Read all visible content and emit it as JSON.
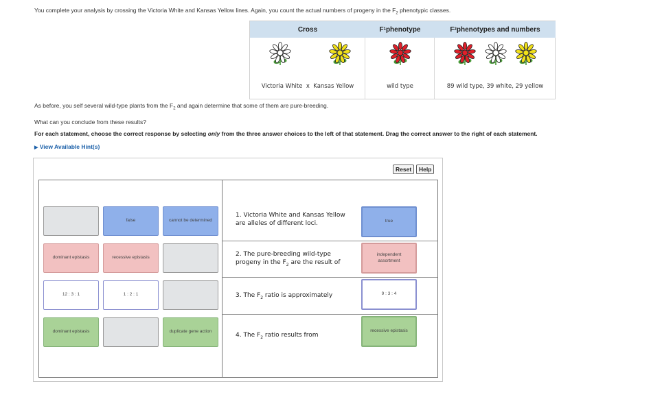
{
  "intro": "You complete your analysis by crossing the Victoria White and Kansas Yellow lines. Again, you count the actual numbers of progeny in the F",
  "intro_sub": "2",
  "intro_end": " phenotypic classes.",
  "table": {
    "col_cross": "Cross",
    "col_f1": "F",
    "col_f1_sub": "1",
    "col_f1_rest": " phenotype",
    "col_f2": "F",
    "col_f2_sub": "2",
    "col_f2_rest": " phenotypes and numbers",
    "cross_caption_a": "Victoria White",
    "cross_x": "x",
    "cross_caption_b": "Kansas Yellow",
    "f1_caption": "wild type",
    "f2_caption": "89 wild type, 39 white, 29 yellow"
  },
  "para1_a": "As before, you self several wild-type plants from the F",
  "para1_sub": "2",
  "para1_b": " and again determine that some of them are pure-breeding.",
  "question": "What can you conclude from these results?",
  "instr_a": "For each statement, choose the correct response by selecting ",
  "instr_only": "only",
  "instr_b": " from the three answer choices to the left of that statement. Drag the correct answer to the right of each statement.",
  "hint_link": "View Available Hint(s)",
  "buttons": {
    "reset": "Reset",
    "help": "Help"
  },
  "rows": [
    {
      "choices": [
        "",
        "false",
        "cannot be determined"
      ],
      "stmt_a": "1. Victoria White and Kansas Yellow",
      "stmt_b": "are alleles of different loci.",
      "answer": "true"
    },
    {
      "choices": [
        "dominant epistasis",
        "recessive epistasis",
        ""
      ],
      "stmt_a": "2. The pure-breeding wild-type",
      "stmt_b_pre": "progeny in the F",
      "stmt_b_sub": "2",
      "stmt_b_post": " are the result of",
      "answer": "independent assortment"
    },
    {
      "choices": [
        "12 : 3 : 1",
        "1 : 2 : 1",
        ""
      ],
      "stmt_pre": "3. The F",
      "stmt_sub": "2",
      "stmt_post": " ratio is approximately",
      "answer": "9 : 3 : 4"
    },
    {
      "choices": [
        "dominant epistasis",
        "",
        "duplicate gene action"
      ],
      "stmt_pre": "4. The F",
      "stmt_sub": "2",
      "stmt_post": " ratio results from",
      "answer": "recessive epistasis"
    }
  ],
  "colors": {
    "red_flower": "#e0202a",
    "yellow_flower": "#f1e01a",
    "white_flower": "#ffffff",
    "leaf": "#4a9a3a",
    "header_bg": "#cfe0ef",
    "tile_blue": "#8fb0ea",
    "tile_pink": "#f2c1c1",
    "tile_green": "#a9d297",
    "tile_gray": "#e2e4e6"
  }
}
